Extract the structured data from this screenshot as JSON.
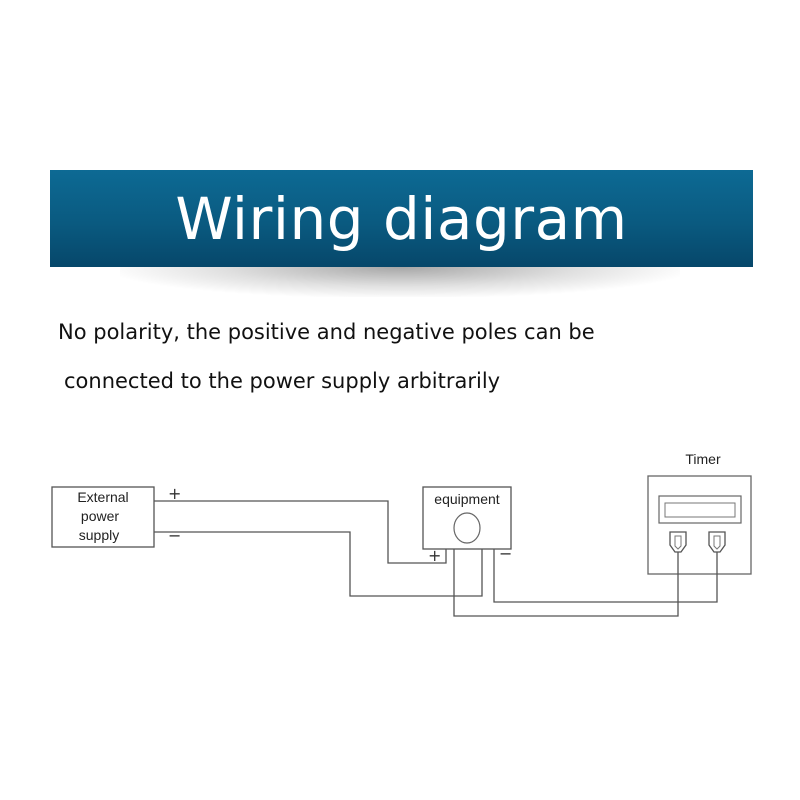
{
  "header": {
    "title": "Wiring diagram"
  },
  "description": {
    "line1": "No polarity, the positive and negative poles can be",
    "line2": "connected to the power supply arbitrarily"
  },
  "diagram": {
    "power_supply": {
      "line1": "External",
      "line2": "power",
      "line3": "supply",
      "plus": "+",
      "minus": "−"
    },
    "equipment": {
      "label": "equipment",
      "plus": "+",
      "minus": "−"
    },
    "timer": {
      "label": "Timer"
    }
  },
  "colors": {
    "banner": "#0a5a80",
    "line": "#555555"
  }
}
